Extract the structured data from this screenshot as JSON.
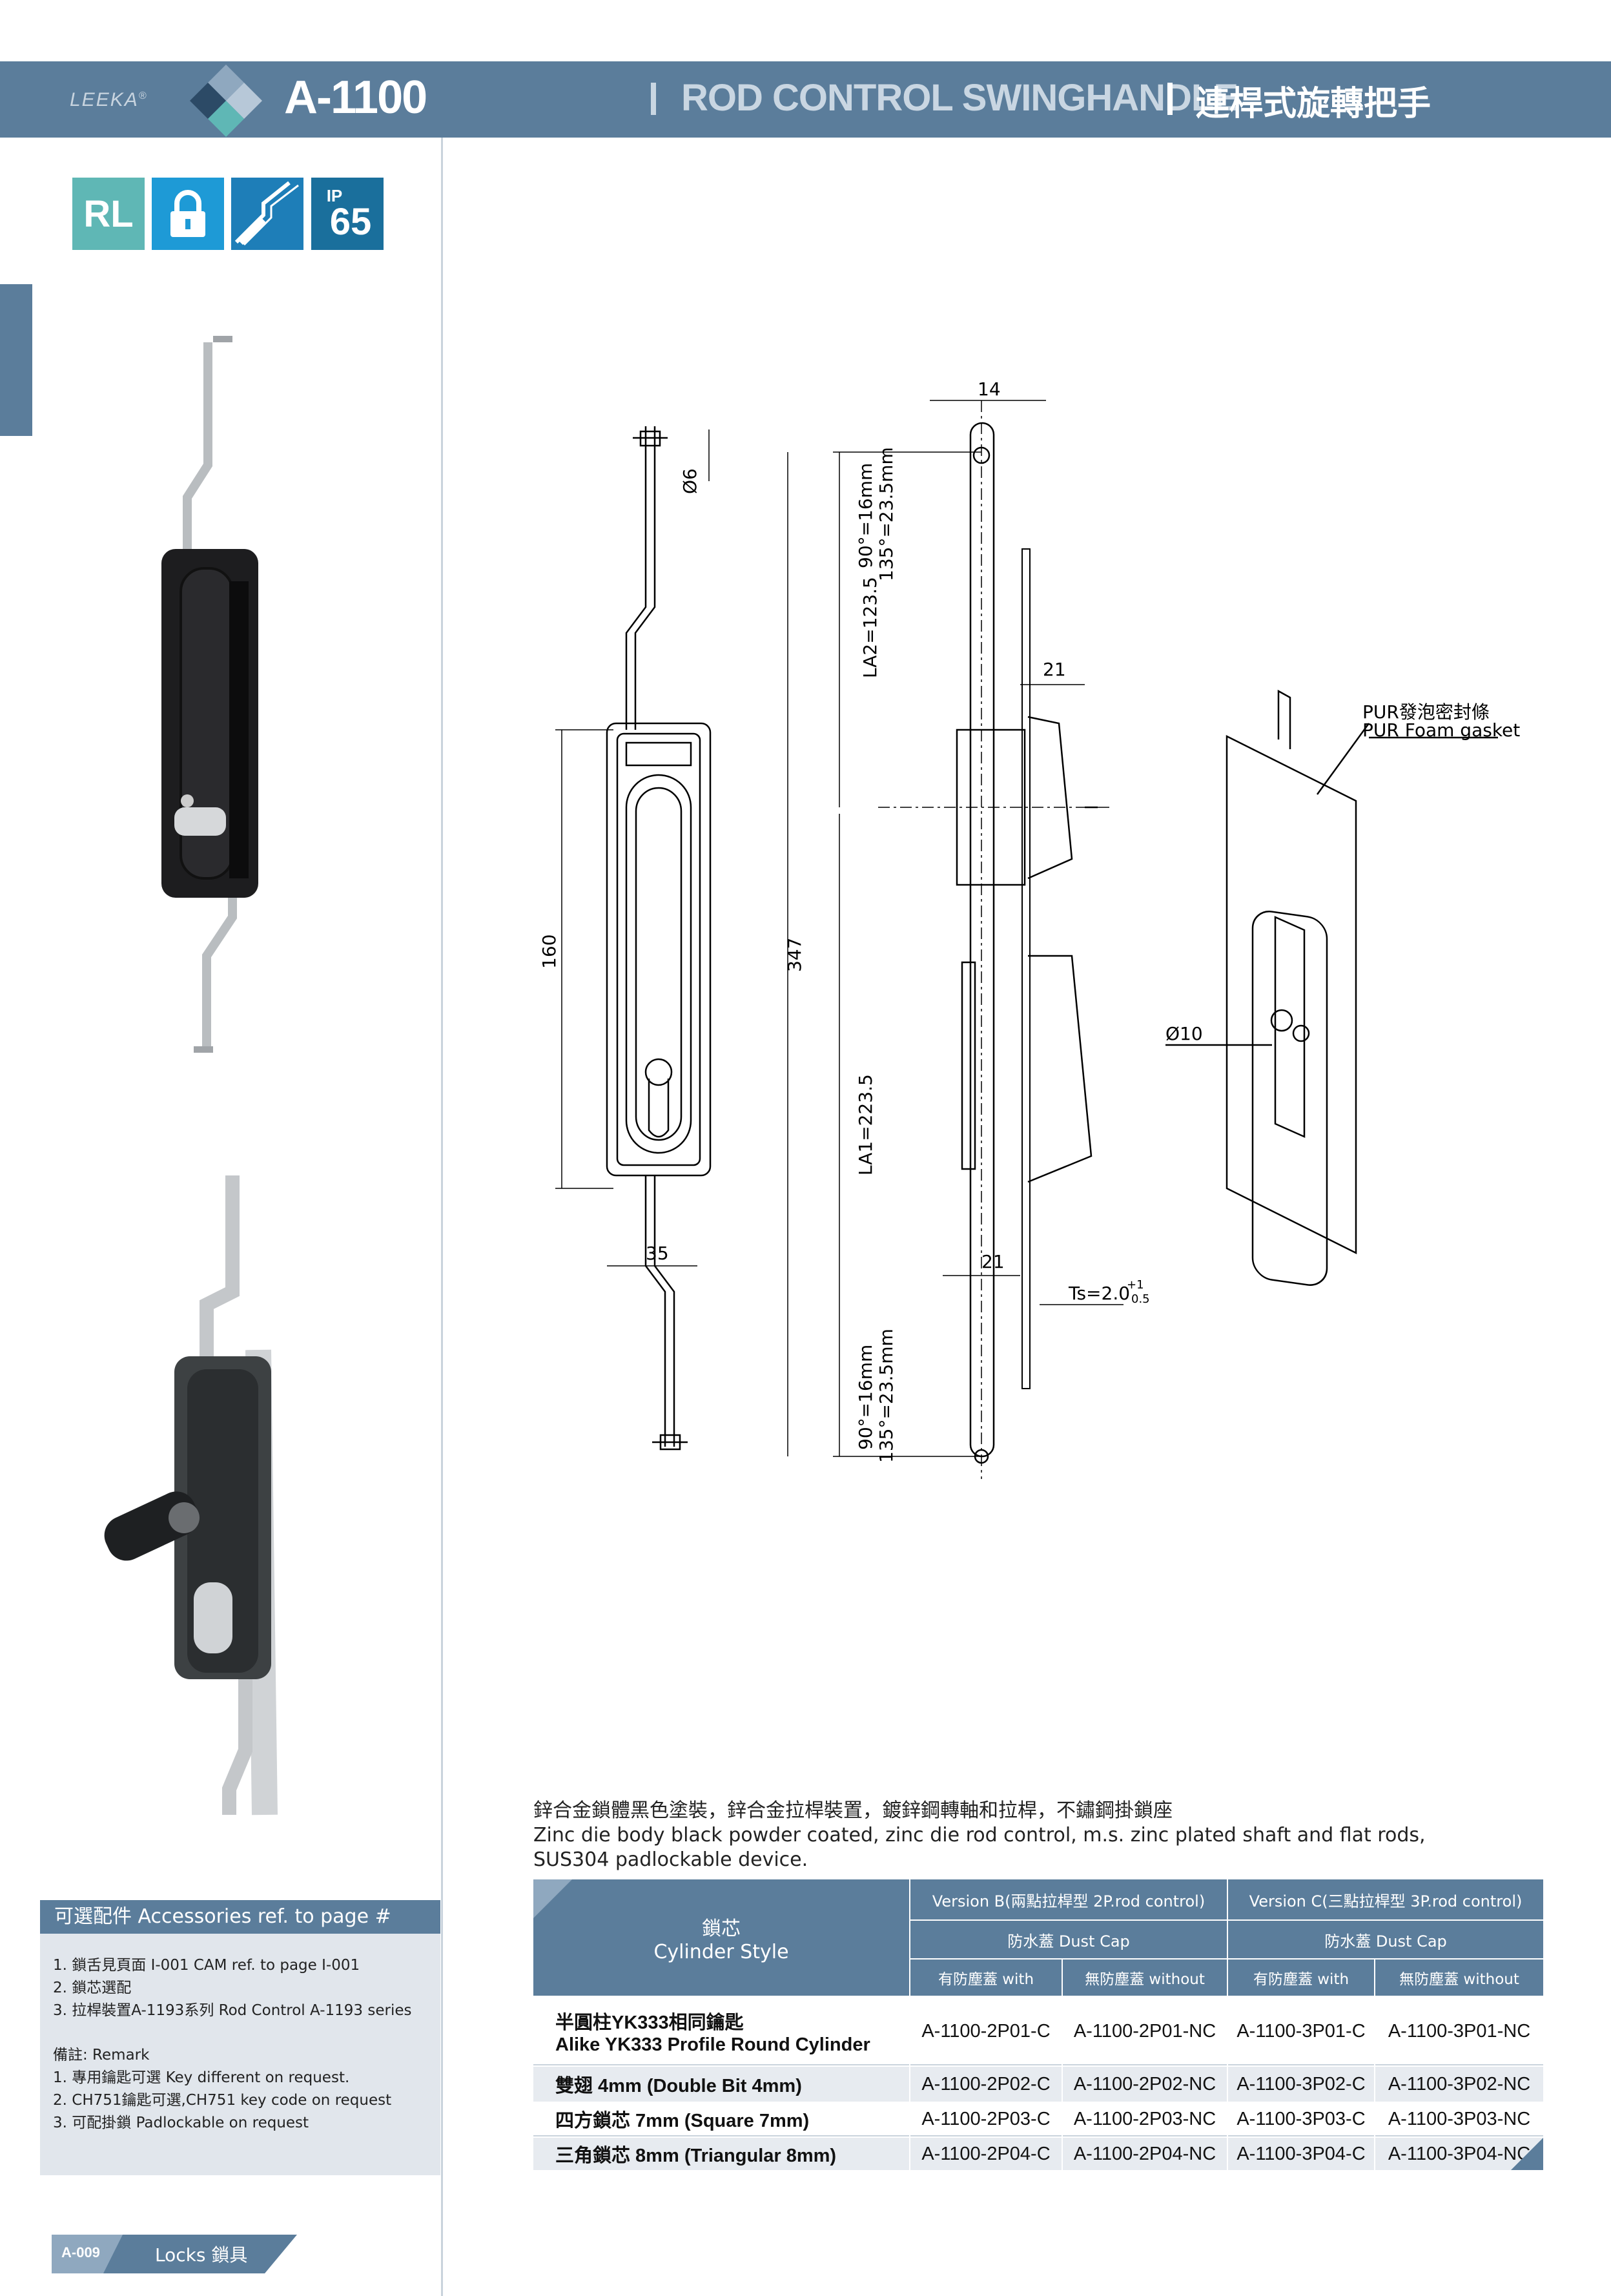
{
  "header": {
    "brand": "LEEKA",
    "brand_mark": "®",
    "model": "A-1100",
    "title_en": "ROD CONTROL SWINGHANDLE",
    "title_cn": "連桿式旋轉把手",
    "color": "#5b7d9b"
  },
  "badges": [
    {
      "label": "RL",
      "color": "#5fb7b5"
    },
    {
      "icon": "padlock-icon",
      "color": "#1e9ad6"
    },
    {
      "icon": "rod-icon",
      "color": "#1e7eb8"
    },
    {
      "label_top": "IP",
      "label": "65",
      "color": "#1a6f9c"
    }
  ],
  "drawing": {
    "dim_14": "14",
    "dim_d6": "Ø6",
    "dim_la2": "LA2=123.5",
    "dim_la2_note1": "90°=16mm",
    "dim_la2_note2": "135°=23.5mm",
    "dim_21_top": "21",
    "dim_160": "160",
    "dim_347": "347",
    "dim_la1": "LA1=223.5",
    "dim_35": "35",
    "dim_21_bottom": "21",
    "dim_ts": "Ts=2.0",
    "dim_ts_tol_plus": "+1",
    "dim_ts_tol_minus": "0.5",
    "dim_la1_note1": "90°=16mm",
    "dim_la1_note2": "135°=23.5mm",
    "gasket_cn": "PUR發泡密封條",
    "gasket_en": "PUR Foam gasket",
    "dim_d10": "Ø10"
  },
  "description": {
    "cn": "鋅合金鎖體黑色塗裝，鋅合金拉桿裝置，鍍鋅鋼轉軸和拉桿，不鏽鋼掛鎖座",
    "en1": "Zinc die body black powder coated, zinc die rod control, m.s. zinc plated shaft and flat rods,",
    "en2": "SUS304 padlockable device."
  },
  "table": {
    "head_cylinder_cn": "鎖芯",
    "head_cylinder_en": "Cylinder Style",
    "version_b": "Version B(兩點拉桿型 2P.rod control)",
    "version_c": "Version C(三點拉桿型 3P.rod control)",
    "dust_cap_b": "防水蓋 Dust Cap",
    "dust_cap_c": "防水蓋 Dust Cap",
    "with_b": "有防塵蓋 with",
    "without_b": "無防塵蓋 without",
    "with_c": "有防塵蓋 with",
    "without_c": "無防塵蓋 without",
    "rows": [
      {
        "label_cn": "半圓柱YK333相同鑰匙",
        "label_en": "Alike YK333 Profile Round Cylinder",
        "codes": [
          "A-1100-2P01-C",
          "A-1100-2P01-NC",
          "A-1100-3P01-C",
          "A-1100-3P01-NC"
        ]
      },
      {
        "label_cn": "雙翅 4mm (Double Bit 4mm)",
        "label_en": "",
        "codes": [
          "A-1100-2P02-C",
          "A-1100-2P02-NC",
          "A-1100-3P02-C",
          "A-1100-3P02-NC"
        ]
      },
      {
        "label_cn": "四方鎖芯 7mm (Square 7mm)",
        "label_en": "",
        "codes": [
          "A-1100-2P03-C",
          "A-1100-2P03-NC",
          "A-1100-3P03-C",
          "A-1100-3P03-NC"
        ]
      },
      {
        "label_cn": "三角鎖芯 8mm (Triangular 8mm)",
        "label_en": "",
        "codes": [
          "A-1100-2P04-C",
          "A-1100-2P04-NC",
          "A-1100-3P04-C",
          "A-1100-3P04-NC"
        ]
      }
    ]
  },
  "accessories": {
    "title": "可選配件 Accessories ref. to page #",
    "items": [
      "1. 鎖舌見頁面 I-001 CAM  ref. to page I-001",
      "2. 鎖芯選配",
      "3. 拉桿裝置A-1193系列 Rod Control A-1193 series"
    ],
    "remark_title": "備註: Remark",
    "remarks": [
      "1. 專用鑰匙可選 Key different on request.",
      "2. CH751鑰匙可選,CH751 key code on request",
      "3. 可配掛鎖    Padlockable on request"
    ]
  },
  "footer": {
    "page": "A-009",
    "section": "Locks 鎖具"
  }
}
